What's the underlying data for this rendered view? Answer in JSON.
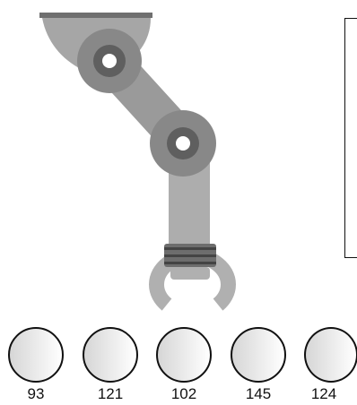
{
  "robot_arm": {
    "state": "gripper-open",
    "colors": {
      "mount_bar": "#6f6f6f",
      "upper_segment": "#9a9a9a",
      "joint_outer": "#888888",
      "joint_ring": "#5f5f5f",
      "joint_core": "#ffffff",
      "lower_segment": "#adadad",
      "gripper": "#b0b0b0",
      "gripper_bands": "#555555"
    }
  },
  "balls": [
    {
      "label": "93"
    },
    {
      "label": "121"
    },
    {
      "label": "102"
    },
    {
      "label": "145"
    },
    {
      "label": "124"
    }
  ],
  "ball_style": {
    "edge": "#111111",
    "shade_dark": "#d6d6d6",
    "shade_light": "#ffffff"
  },
  "info_panel": {
    "text": ""
  }
}
